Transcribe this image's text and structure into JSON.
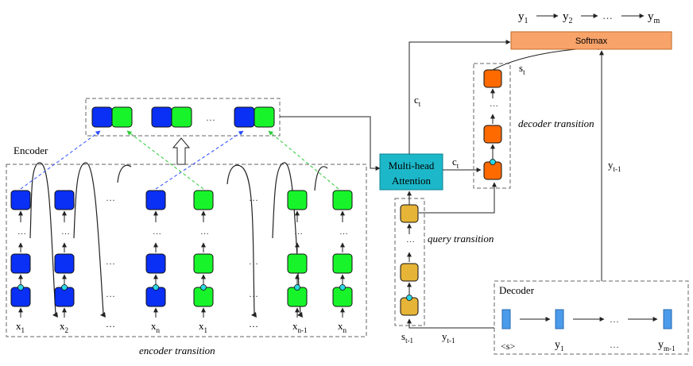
{
  "encoder": {
    "label": "Encoder",
    "caption": "encoder transition",
    "x_labels": [
      {
        "base": "x",
        "sub": "1"
      },
      {
        "base": "x",
        "sub": "2"
      },
      {
        "base": "x",
        "sub": "n"
      },
      {
        "base": "x",
        "sub": "1"
      },
      {
        "base": "x",
        "sub": "n-1"
      },
      {
        "base": "x",
        "sub": "n"
      }
    ],
    "ellipsis": "…"
  },
  "attention": {
    "line1": "Multi-head",
    "line2": "Attention"
  },
  "query": {
    "caption": "query transition"
  },
  "decoder_transition": {
    "caption": "decoder transition"
  },
  "softmax": {
    "label": "Softmax"
  },
  "outputs": [
    {
      "base": "y",
      "sub": "1"
    },
    {
      "base": "y",
      "sub": "2"
    },
    {
      "base": "y",
      "sub": "m"
    }
  ],
  "context": {
    "base": "c",
    "sub": "t"
  },
  "state": {
    "base": "s",
    "sub": "t"
  },
  "prev_state": {
    "base": "s",
    "sub": "t-1"
  },
  "prev_output": {
    "base": "y",
    "sub": "t-1"
  },
  "decoder": {
    "label": "Decoder",
    "tokens": [
      {
        "base": "<s>",
        "sub": ""
      },
      {
        "base": "y",
        "sub": "1"
      },
      {
        "base": "y",
        "sub": "m-1"
      }
    ]
  },
  "colors": {
    "forward": "#0a2ff5",
    "backward": "#17f52a",
    "decoder_cell": "#ff6a00",
    "query_cell": "#e6b436",
    "attention": "#1cb8c9",
    "softmax": "#f7a36a",
    "decoder_token": "#4a9bea",
    "junction": "#2ad8e6"
  }
}
